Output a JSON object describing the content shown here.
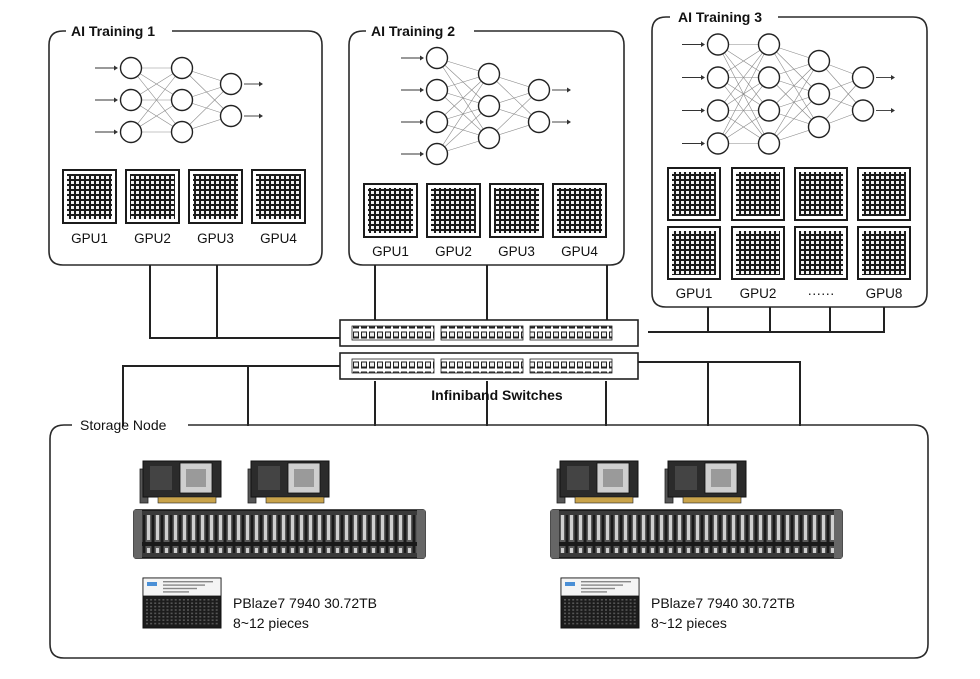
{
  "clusters": [
    {
      "title": "AI Training 1",
      "layers": [
        3,
        3,
        2
      ],
      "gpu_labels": [
        "GPU1",
        "GPU2",
        "GPU3",
        "GPU4"
      ]
    },
    {
      "title": "AI Training 2",
      "layers": [
        4,
        3,
        2
      ],
      "gpu_labels": [
        "GPU1",
        "GPU2",
        "GPU3",
        "GPU4"
      ]
    },
    {
      "title": "AI Training 3",
      "layers": [
        4,
        4,
        3,
        2
      ],
      "gpu_labels": [
        "GPU1",
        "GPU2",
        "······",
        "GPU8"
      ],
      "gpu_rows": 2
    }
  ],
  "switches": {
    "label": "Infiniband Switches",
    "count": 2
  },
  "storage": {
    "title": "Storage Node",
    "servers": [
      {
        "ssd_model": "PBlaze7 7940 30.72TB",
        "ssd_qty": "8~12 pieces"
      },
      {
        "ssd_model": "PBlaze7 7940 30.72TB",
        "ssd_qty": "8~12 pieces"
      }
    ]
  }
}
